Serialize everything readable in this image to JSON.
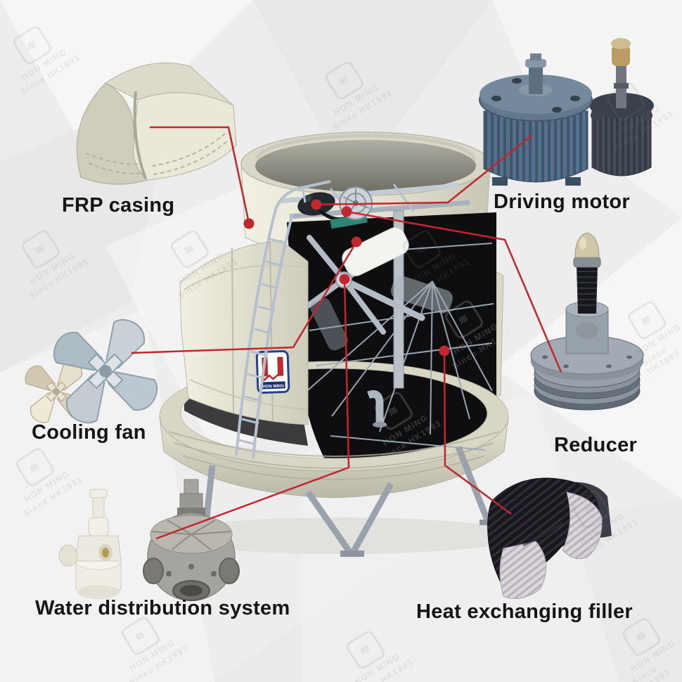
{
  "page": {
    "background_color": "#ededed",
    "accent_red": "#c1272d",
    "casing_beige": "#dcdaca",
    "label_color": "#151515"
  },
  "watermark": {
    "brand": "HON MING",
    "text": "Since HK1993"
  },
  "tower": {
    "logo_text": "HON MING"
  },
  "parts": [
    {
      "id": "frp-casing",
      "label": "FRP casing"
    },
    {
      "id": "driving-motor",
      "label": "Driving motor"
    },
    {
      "id": "cooling-fan",
      "label": "Cooling fan"
    },
    {
      "id": "reducer",
      "label": "Reducer"
    },
    {
      "id": "water-distribution-system",
      "label": "Water distribution system"
    },
    {
      "id": "heat-exchanging-filler",
      "label": "Heat exchanging filler"
    }
  ]
}
